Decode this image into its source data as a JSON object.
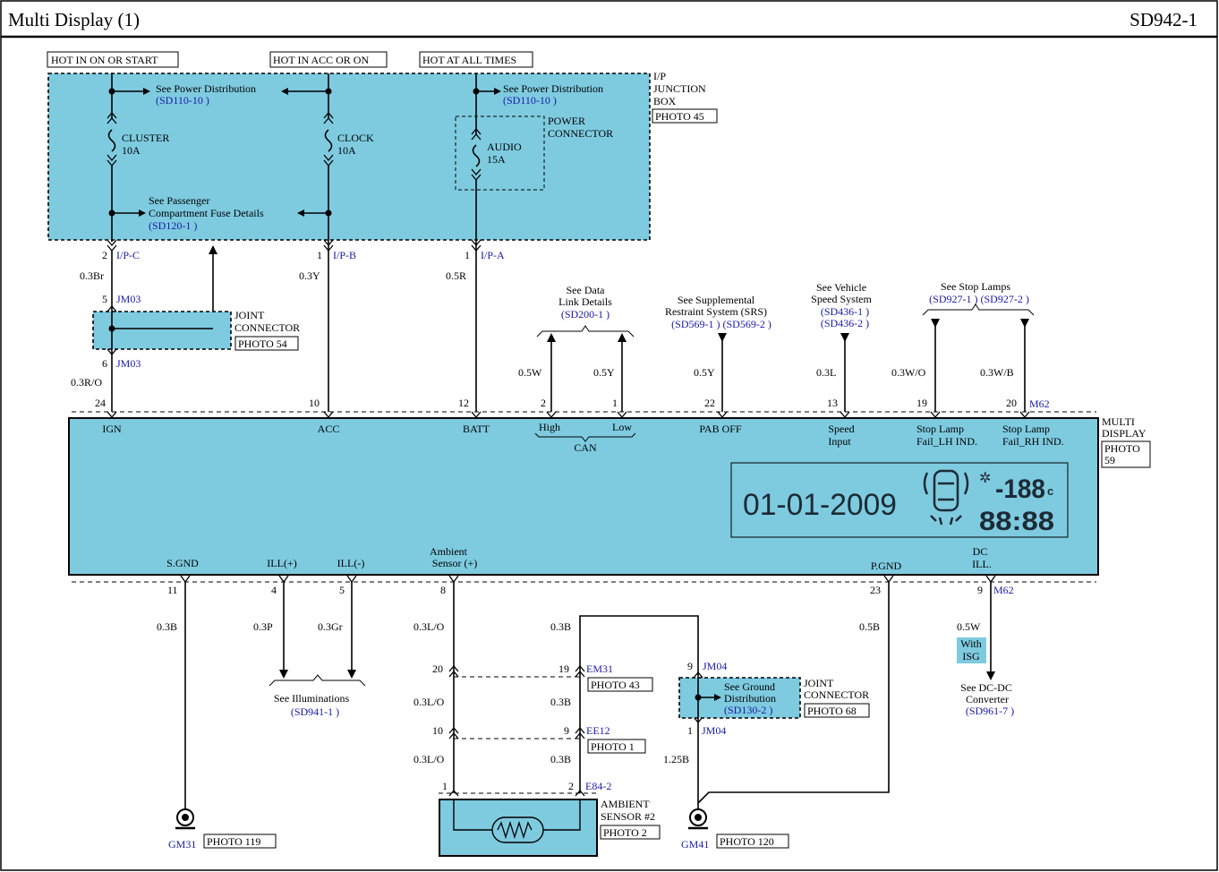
{
  "header": {
    "title": "Multi Display (1)",
    "code": "SD942-1"
  },
  "power_labels": [
    "HOT IN ON OR START",
    "HOT IN ACC OR ON",
    "HOT AT ALL TIMES"
  ],
  "junction_box": {
    "name": [
      "I/P",
      "JUNCTION",
      "BOX"
    ],
    "photo": "PHOTO 45"
  },
  "fuse_box_notes": {
    "see_power_1": "See Power Distribution",
    "see_power_1_ref": "(SD110-10 )",
    "see_power_2": "See Power Distribution",
    "see_power_2_ref": "(SD110-10 )",
    "see_passenger": [
      "See Passenger",
      "Compartment Fuse Details"
    ],
    "see_passenger_ref": "(SD120-1 )"
  },
  "fuses": [
    {
      "name": "CLUSTER",
      "rating": "10A"
    },
    {
      "name": "CLOCK",
      "rating": "10A"
    },
    {
      "name": "AUDIO",
      "rating": "15A"
    }
  ],
  "power_connector": [
    "POWER",
    "CONNECTOR"
  ],
  "connectors": {
    "ipc": "I/P-C",
    "ipb": "I/P-B",
    "ipa": "I/P-A",
    "jm03": "JM03",
    "jm04": "JM04",
    "m62": "M62",
    "em31": "EM31",
    "ee12": "EE12",
    "e84": "E84-2"
  },
  "joint_connector_1": {
    "name": [
      "JOINT",
      "CONNECTOR"
    ],
    "photo": "PHOTO 54"
  },
  "joint_connector_2": {
    "name": [
      "JOINT",
      "CONNECTOR"
    ],
    "photo": "PHOTO 68",
    "note": [
      "See Ground",
      "Distribution"
    ],
    "ref": "(SD130-2 )"
  },
  "wires_top": [
    {
      "pin_top": "2",
      "color": "0.3Br"
    },
    {
      "pin_top": "5",
      "color": "0.3R/O",
      "pin_bottom": "6"
    },
    {
      "pin": "1",
      "color": "0.3Y"
    },
    {
      "pin": "1",
      "color": "0.5R"
    }
  ],
  "pins_top": [
    "24",
    "10",
    "12",
    "2",
    "1",
    "22",
    "13",
    "19",
    "20"
  ],
  "wire_colors_right": [
    "0.5W",
    "0.5Y",
    "0.5Y",
    "0.3L",
    "0.3W/O",
    "0.3W/B"
  ],
  "notes_top": {
    "data_link": [
      "See Data",
      "Link Details"
    ],
    "data_link_ref": "(SD200-1 )",
    "srs": [
      "See Supplemental",
      "Restraint System (SRS)"
    ],
    "srs_ref": "(SD569-1 ) (SD569-2 )",
    "speed": [
      "See Vehicle",
      "Speed System"
    ],
    "speed_ref1": "(SD436-1 )",
    "speed_ref2": "(SD436-2 )",
    "stop": "See Stop Lamps",
    "stop_ref": "(SD927-1 ) (SD927-2 )"
  },
  "display": {
    "name": [
      "MULTI",
      "DISPLAY"
    ],
    "photo": [
      "PHOTO",
      "59"
    ],
    "top_labels": [
      "IGN",
      "ACC",
      "BATT",
      "High",
      "Low",
      "CAN",
      "PAB OFF",
      "Speed",
      "Input",
      "Stop Lamp",
      "Fail_LH IND.",
      "Stop Lamp",
      "Fail_RH IND."
    ],
    "bottom_labels": [
      "S.GND",
      "ILL(+)",
      "ILL(-)",
      "Ambient",
      "Sensor (+)",
      "P.GND",
      "DC",
      "ILL."
    ],
    "lcd": {
      "date": "01-01-2009",
      "temp": "-188",
      "temp_unit": "c",
      "time": "88:88"
    }
  },
  "pins_bottom": [
    "11",
    "4",
    "5",
    "8",
    "23",
    "9"
  ],
  "wire_colors_bottom": [
    "0.3B",
    "0.3P",
    "0.3Gr",
    "0.3L/O",
    "0.3B",
    "0.5B",
    "0.5W",
    "0.3L/O",
    "0.3B",
    "0.3L/O",
    "0.3B",
    "1.25B"
  ],
  "mid_pins": [
    "20",
    "19",
    "10",
    "9",
    "1",
    "2",
    "9",
    "1"
  ],
  "photos": {
    "em31": "PHOTO 43",
    "ee12": "PHOTO 1",
    "e84": "PHOTO 2",
    "gm31": "PHOTO 119",
    "gm41": "PHOTO 120"
  },
  "ambient_sensor": [
    "AMBIENT",
    "SENSOR #2"
  ],
  "illum_note": "See Illuminations",
  "illum_ref": "(SD941-1 )",
  "dcdc_note": [
    "See DC-DC",
    "Converter"
  ],
  "dcdc_ref": "(SD961-7 )",
  "with_isg": [
    "With",
    "ISG"
  ],
  "grounds": [
    "GM31",
    "GM41"
  ],
  "colors": {
    "fill": "#7ecbe0",
    "wire": "#000000",
    "ref": "#1a1aa8",
    "lcd": "#1d2a35"
  }
}
